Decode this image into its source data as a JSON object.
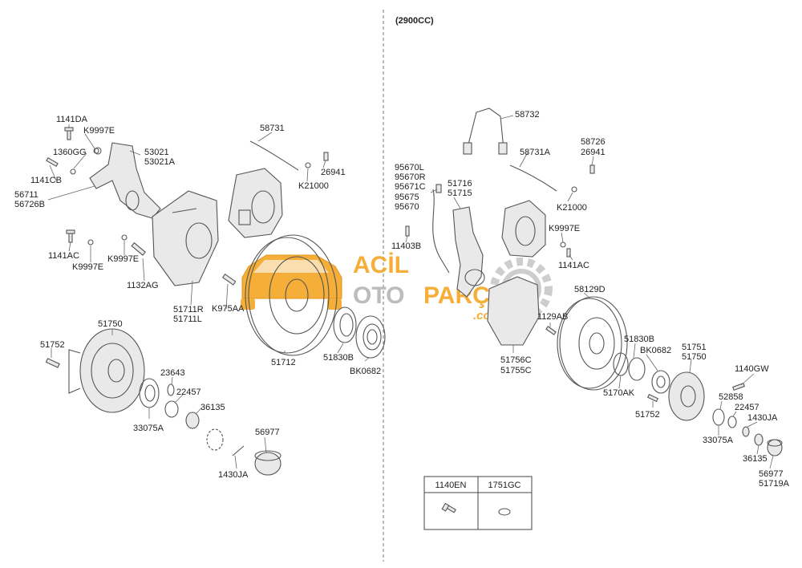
{
  "header": {
    "variant": "(2900CC)"
  },
  "labels": {
    "l1141da": "1141DA",
    "lk9997e_a": "K9997E",
    "l1360gg": "1360GG",
    "l53021": "53021",
    "l53021a": "53021A",
    "l1141cb": "1141CB",
    "l56711": "56711",
    "l56726b": "56726B",
    "l1141ac_a": "1141AC",
    "lk9997e_b": "K9997E",
    "lk9997e_c": "K9997E",
    "l1132ag": "1132AG",
    "l58731": "58731",
    "l26941_a": "26941",
    "lk21000_a": "K21000",
    "l51711r": "51711R",
    "l51711l": "51711L",
    "lk975aa": "K975AA",
    "l51712": "51712",
    "l51830b_a": "51830B",
    "lbk0682_a": "BK0682",
    "l51750_a": "51750",
    "l51752_a": "51752",
    "l23643": "23643",
    "l22457_a": "22457",
    "l36135_a": "36135",
    "l33075a_a": "33075A",
    "l56977_a": "56977",
    "l1430ja_a": "1430JA",
    "l58732": "58732",
    "l58726": "58726",
    "l26941_b": "26941",
    "l58731a": "58731A",
    "l95670l": "95670L",
    "l95670r": "95670R",
    "l95671c": "95671C",
    "l95675": "95675",
    "l95670": "95670",
    "l51716": "51716",
    "l51715": "51715",
    "lk21000_b": "K21000",
    "lk9997e_d": "K9997E",
    "l11403b": "11403B",
    "l1141ac_b": "1141AC",
    "l58129d": "58129D",
    "l1129ab": "1129AB",
    "l51756c": "51756C",
    "l51755c": "51755C",
    "l51830b_b": "51830B",
    "lbk0682_b": "BK0682",
    "l51751": "51751",
    "l51750_b": "51750",
    "l1140gw": "1140GW",
    "l5170ak": "5170AK",
    "l52858": "52858",
    "l22457_b": "22457",
    "l1430ja_b": "1430JA",
    "l51752_b": "51752",
    "l33075a_b": "33075A",
    "l36135_b": "36135",
    "l56977_b": "56977",
    "l51719a": "51719A"
  },
  "legend": {
    "col1": "1140EN",
    "col2": "1751GC"
  },
  "watermark": {
    "line1": "ACİL",
    "line2a": "OTO",
    "line2b": "PARÇA",
    "line3": ".com.tr"
  },
  "colors": {
    "watermark_orange": "#f5a623",
    "watermark_gray": "#b5b5b5",
    "line": "#555555"
  },
  "icons": {
    "legend_1140en": "bolt-icon",
    "legend_1751gc": "clip-icon"
  }
}
